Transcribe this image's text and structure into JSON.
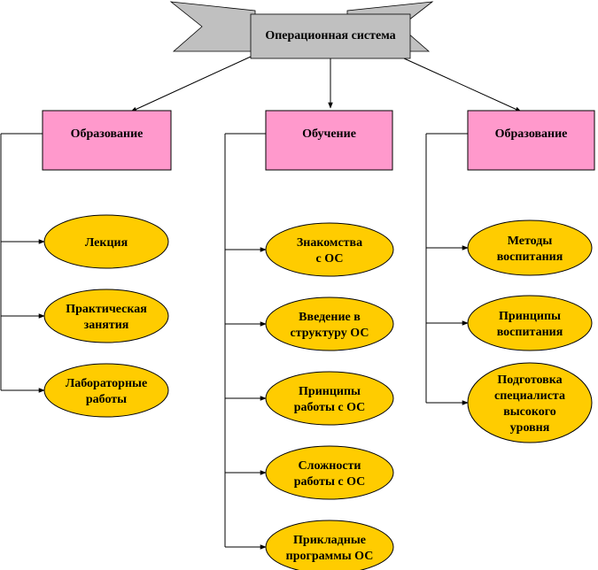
{
  "colors": {
    "banner_fill": "#c0c0c0",
    "box_fill": "#ff99cc",
    "oval_fill": "#ffcc00",
    "line": "#000000"
  },
  "root": {
    "label": "Операционная система"
  },
  "branches": [
    {
      "label": "Образование",
      "items": [
        {
          "lines": [
            "Лекция"
          ]
        },
        {
          "lines": [
            "Практическая",
            "занятия"
          ]
        },
        {
          "lines": [
            "Лабораторные",
            "работы"
          ]
        }
      ]
    },
    {
      "label": "Обучение",
      "items": [
        {
          "lines": [
            "Знакомства",
            "с ОС"
          ]
        },
        {
          "lines": [
            "Введение в",
            "структуру ОС"
          ]
        },
        {
          "lines": [
            "Принципы",
            "работы с ОС"
          ]
        },
        {
          "lines": [
            "Сложности",
            "работы с ОС"
          ]
        },
        {
          "lines": [
            "Прикладные",
            "программы ОС"
          ]
        }
      ]
    },
    {
      "label": "Образование",
      "items": [
        {
          "lines": [
            "Методы",
            "воспитания"
          ]
        },
        {
          "lines": [
            "Принципы",
            "воспитания"
          ]
        },
        {
          "lines": [
            "Подготовка",
            "специалиста",
            "высокого",
            "уровня"
          ]
        }
      ]
    }
  ]
}
